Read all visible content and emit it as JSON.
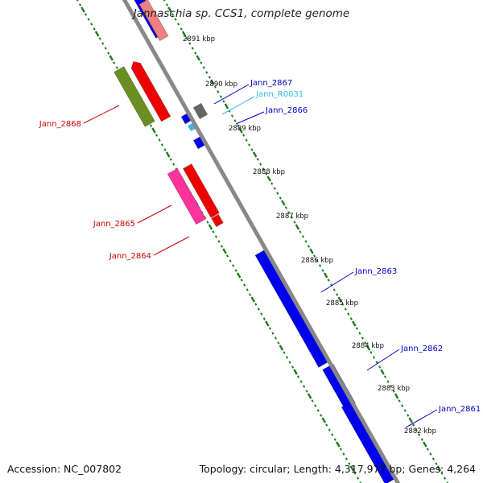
{
  "map": {
    "title": "Jannaschia sp. CCS1, complete genome",
    "accession": "Accession: NC_007802",
    "summary": "Topology: circular; Length: 4,317,977 bp; Genes: 4,264",
    "colors": {
      "backbone": "#888888",
      "tick_ring": "#1e7a1e",
      "forward_gene": "#0000ee",
      "reverse_gene": "#ee0000",
      "pink_gene": "#ff3399",
      "salmon_gene": "#f08080",
      "olive_gene": "#6b8e23",
      "grey_gene": "#666666",
      "rna_gene": "#33bbee",
      "forward_label": "#0000cc",
      "reverse_label": "#cc0000",
      "rna_label": "#33bbee"
    },
    "kbp_markers": [
      "2891 kbp",
      "2890 kbp",
      "2889 kbp",
      "2888 kbp",
      "2887 kbp",
      "2886 kbp",
      "2885 kbp",
      "2884 kbp",
      "2883 kbp",
      "2882 kbp"
    ],
    "gene_labels": [
      {
        "id": "Jann_2867",
        "text": "Jann_2867",
        "color": "#0000cc"
      },
      {
        "id": "Jann_R0031",
        "text": "Jann_R0031",
        "color": "#33bbee"
      },
      {
        "id": "Jann_2866",
        "text": "Jann_2866",
        "color": "#0000cc"
      },
      {
        "id": "Jann_2868",
        "text": "Jann_2868",
        "color": "#cc0000"
      },
      {
        "id": "Jann_2865",
        "text": "Jann_2865",
        "color": "#cc0000"
      },
      {
        "id": "Jann_2864",
        "text": "Jann_2864",
        "color": "#cc0000"
      },
      {
        "id": "Jann_2863",
        "text": "Jann_2863",
        "color": "#0000cc"
      },
      {
        "id": "Jann_2862",
        "text": "Jann_2862",
        "color": "#0000cc"
      },
      {
        "id": "Jann_2861",
        "text": "Jann_2861",
        "color": "#0000cc"
      }
    ]
  }
}
